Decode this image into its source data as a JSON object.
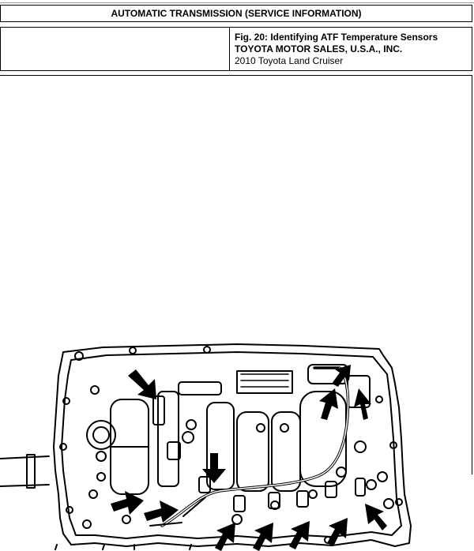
{
  "header": {
    "title": "AUTOMATIC TRANSMISSION (SERVICE INFORMATION)"
  },
  "caption": {
    "figure_title": "Fig. 20: Identifying ATF Temperature Sensors",
    "company": "TOYOTA MOTOR SALES, U.S.A., INC.",
    "vehicle": "2010 Toyota Land Cruiser"
  },
  "figure": {
    "arrow_count": 12,
    "line_color": "#000000",
    "background_color": "#ffffff"
  }
}
